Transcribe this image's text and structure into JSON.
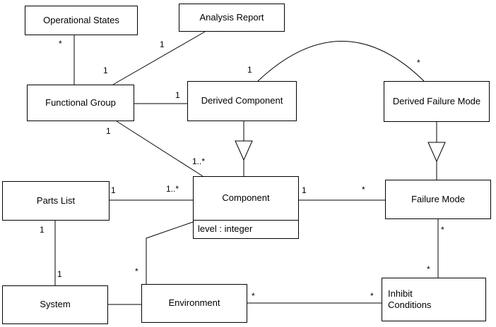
{
  "classes": {
    "operational_states": {
      "label": "Operational States"
    },
    "analysis_report": {
      "label": "Analysis Report"
    },
    "functional_group": {
      "label": "Functional Group"
    },
    "derived_component": {
      "label": "Derived Component"
    },
    "derived_failure_mode": {
      "label": "Derived Failure Mode"
    },
    "parts_list": {
      "label": "Parts List"
    },
    "component": {
      "label": "Component",
      "attribute": "level : integer"
    },
    "failure_mode": {
      "label": "Failure Mode"
    },
    "system": {
      "label": "System"
    },
    "environment": {
      "label": "Environment"
    },
    "inhibit_conditions": {
      "label": "Inhibit\nConditions"
    }
  },
  "edges": [
    {
      "from": "Operational States",
      "to": "Functional Group",
      "type": "association",
      "from_mult": "*",
      "to_mult": ""
    },
    {
      "from": "Analysis Report",
      "to": "Functional Group",
      "type": "association",
      "from_mult": "1",
      "to_mult": "1"
    },
    {
      "from": "Functional Group",
      "to": "Derived Component",
      "type": "association",
      "from_mult": "",
      "to_mult": "1"
    },
    {
      "from": "Derived Component",
      "to": "Derived Failure Mode",
      "type": "association",
      "from_mult": "1",
      "to_mult": "*"
    },
    {
      "from": "Derived Component",
      "to": "Component",
      "type": "generalization",
      "from_mult": "",
      "to_mult": ""
    },
    {
      "from": "Derived Failure Mode",
      "to": "Failure Mode",
      "type": "generalization",
      "from_mult": "",
      "to_mult": ""
    },
    {
      "from": "Functional Group",
      "to": "Component",
      "type": "association",
      "from_mult": "1",
      "to_mult": "1..*"
    },
    {
      "from": "Parts List",
      "to": "Component",
      "type": "association",
      "from_mult": "1",
      "to_mult": "1..*"
    },
    {
      "from": "Component",
      "to": "Failure Mode",
      "type": "association",
      "from_mult": "1",
      "to_mult": "*"
    },
    {
      "from": "Parts List",
      "to": "System",
      "type": "association",
      "from_mult": "1",
      "to_mult": "1"
    },
    {
      "from": "System",
      "to": "Environment",
      "type": "association",
      "from_mult": "",
      "to_mult": ""
    },
    {
      "from": "Component",
      "to": "Environment",
      "type": "association",
      "from_mult": "",
      "to_mult": "*"
    },
    {
      "from": "Environment",
      "to": "Inhibit Conditions",
      "type": "association",
      "from_mult": "*",
      "to_mult": "*"
    },
    {
      "from": "Failure Mode",
      "to": "Inhibit Conditions",
      "type": "association",
      "from_mult": "*",
      "to_mult": "*"
    }
  ],
  "colors": {
    "line": "#000000",
    "box_fill": "#ffffff",
    "background": "#ffffff"
  }
}
